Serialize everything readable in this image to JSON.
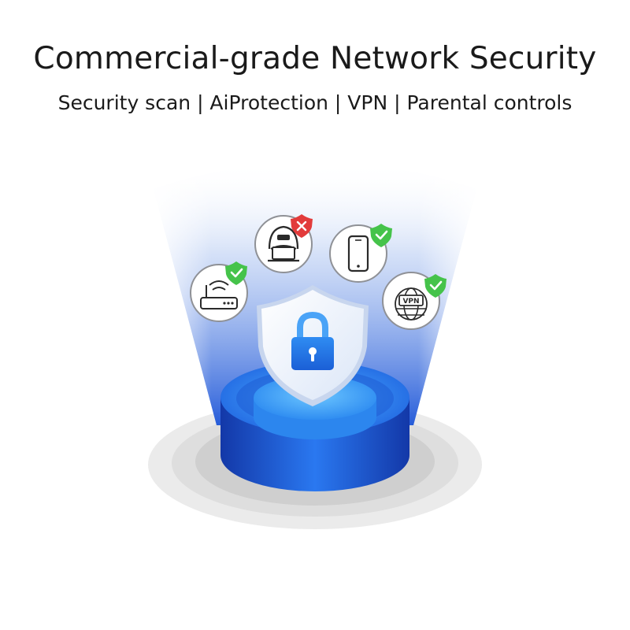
{
  "header": {
    "title": "Commercial-grade Network Security",
    "subtitle": "Security scan | AiProtection | VPN | Parental controls"
  },
  "illustration": {
    "vpn_label": "VPN",
    "icons": [
      "router-icon",
      "hacker-icon",
      "smartphone-icon",
      "vpn-globe-icon",
      "padlock-icon"
    ],
    "colors": {
      "accent_blue": "#1f6fe0",
      "check_green": "#45c34a",
      "alert_red": "#e23b3b"
    }
  }
}
